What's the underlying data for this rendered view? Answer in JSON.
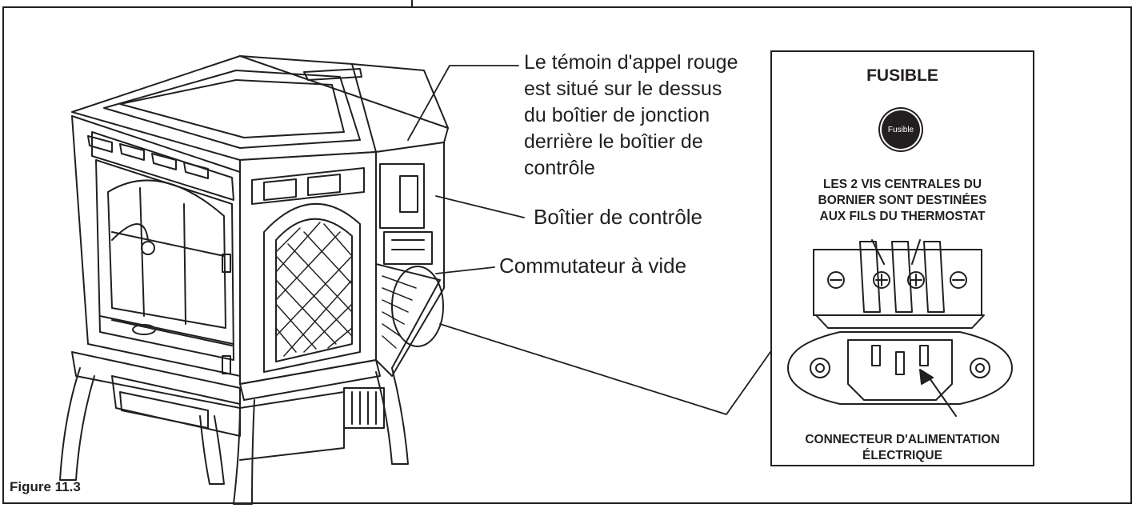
{
  "callouts": {
    "indicator": "Le témoin d'appel rouge\nest situé sur le dessus\ndu boîtier de jonction\nderrière le boîtier de\ncontrôle",
    "control_box": "Boîtier de contrôle",
    "vacuum_switch": "Commutateur à vide"
  },
  "panel": {
    "title": "FUSIBLE",
    "fuse_label": "Fusible",
    "thermostat_note": "LES 2 VIS CENTRALES DU\nBORNIER SONT DESTINÉES\nAUX FILS DU THERMOSTAT",
    "connector_label": "CONNECTEUR D'ALIMENTATION\nÉLECTRIQUE"
  },
  "figure_label": "Figure 11.3"
}
